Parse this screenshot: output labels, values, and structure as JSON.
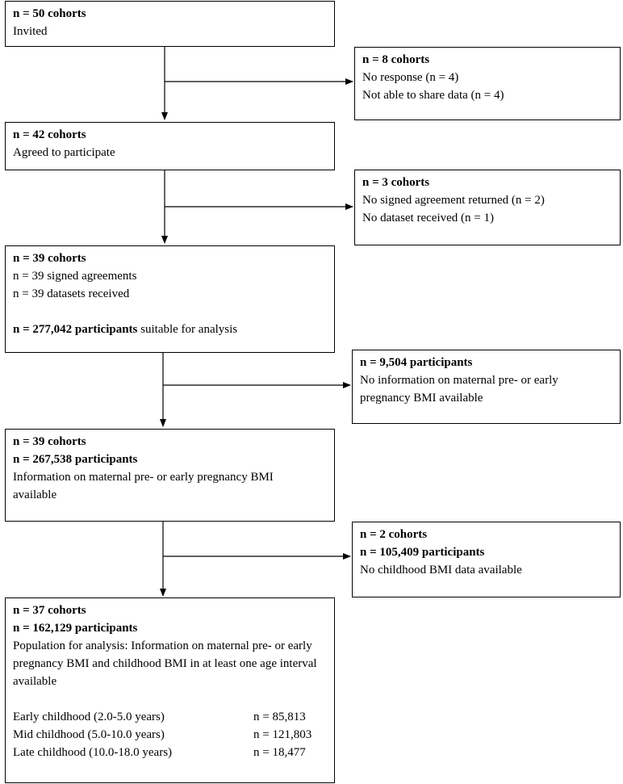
{
  "boxes": {
    "invited": {
      "count": "n = 50 cohorts",
      "label": "Invited"
    },
    "excluded_1": {
      "count": "n = 8 cohorts",
      "reasons": [
        "No response (n = 4)",
        "Not able to share data (n = 4)"
      ]
    },
    "agreed": {
      "count": "n = 42 cohorts",
      "label": "Agreed to participate"
    },
    "excluded_2": {
      "count": "n = 3 cohorts",
      "reasons": [
        "No signed agreement returned (n = 2)",
        "No dataset received (n = 1)"
      ]
    },
    "received": {
      "count": "n = 39 cohorts",
      "lines": [
        "n = 39 signed agreements",
        "n = 39 datasets received"
      ],
      "participants_bold": "n = 277,042 participants",
      "participants_rest": " suitable for analysis"
    },
    "excluded_3": {
      "count": "n = 9,504 participants",
      "reason": "No information on maternal pre- or early pregnancy BMI available"
    },
    "bmi_available": {
      "count": "n = 39 cohorts",
      "participants": "n = 267,538 participants",
      "label": "Information on maternal pre- or early pregnancy BMI available"
    },
    "excluded_4": {
      "count": "n = 2 cohorts",
      "participants": "n = 105,409 participants",
      "reason": "No childhood BMI data available"
    },
    "final": {
      "count": "n = 37 cohorts",
      "participants": "n = 162,129 participants",
      "description": "Population for analysis: Information on maternal pre- or early pregnancy BMI and childhood BMI in at least one age interval available",
      "intervals": [
        {
          "label": "Early childhood (2.0-5.0 years)",
          "n": "n = 85,813"
        },
        {
          "label": "Mid childhood (5.0-10.0 years)",
          "n": "n = 121,803"
        },
        {
          "label": "Late childhood (10.0-18.0 years)",
          "n": "n = 18,477"
        }
      ]
    }
  }
}
